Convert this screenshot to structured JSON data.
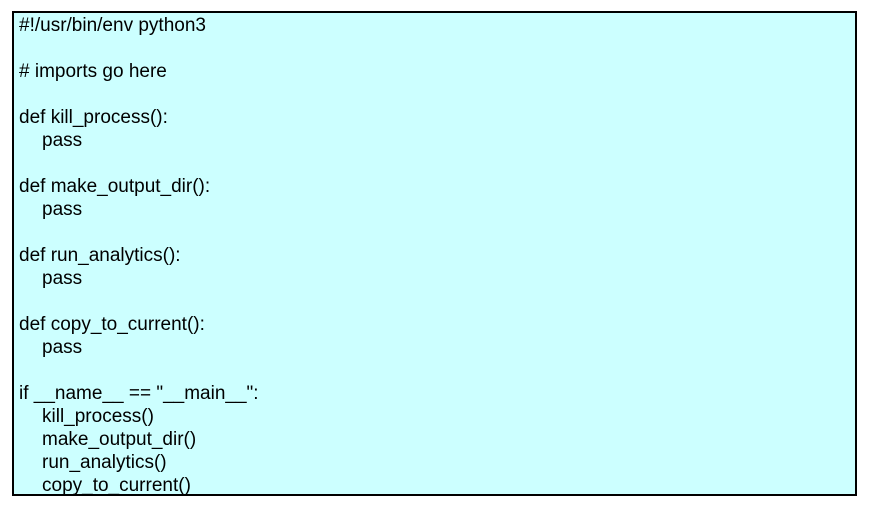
{
  "colors": {
    "background": "#ccffff",
    "border": "#000000",
    "text": "#000000"
  },
  "code": {
    "lines": [
      {
        "text": "#!/usr/bin/env python3",
        "indent": false
      },
      {
        "text": "",
        "indent": false
      },
      {
        "text": "# imports go here",
        "indent": false
      },
      {
        "text": "",
        "indent": false
      },
      {
        "text": "def kill_process():",
        "indent": false
      },
      {
        "text": "pass",
        "indent": true
      },
      {
        "text": "",
        "indent": false
      },
      {
        "text": "def make_output_dir():",
        "indent": false
      },
      {
        "text": "pass",
        "indent": true
      },
      {
        "text": "",
        "indent": false
      },
      {
        "text": "def run_analytics():",
        "indent": false
      },
      {
        "text": "pass",
        "indent": true
      },
      {
        "text": "",
        "indent": false
      },
      {
        "text": "def copy_to_current():",
        "indent": false
      },
      {
        "text": "pass",
        "indent": true
      },
      {
        "text": "",
        "indent": false
      },
      {
        "text": "if __name__ == \"__main__\":",
        "indent": false
      },
      {
        "text": "kill_process()",
        "indent": true
      },
      {
        "text": "make_output_dir()",
        "indent": true
      },
      {
        "text": "run_analytics()",
        "indent": true
      },
      {
        "text": "copy_to_current()",
        "indent": true
      }
    ]
  }
}
